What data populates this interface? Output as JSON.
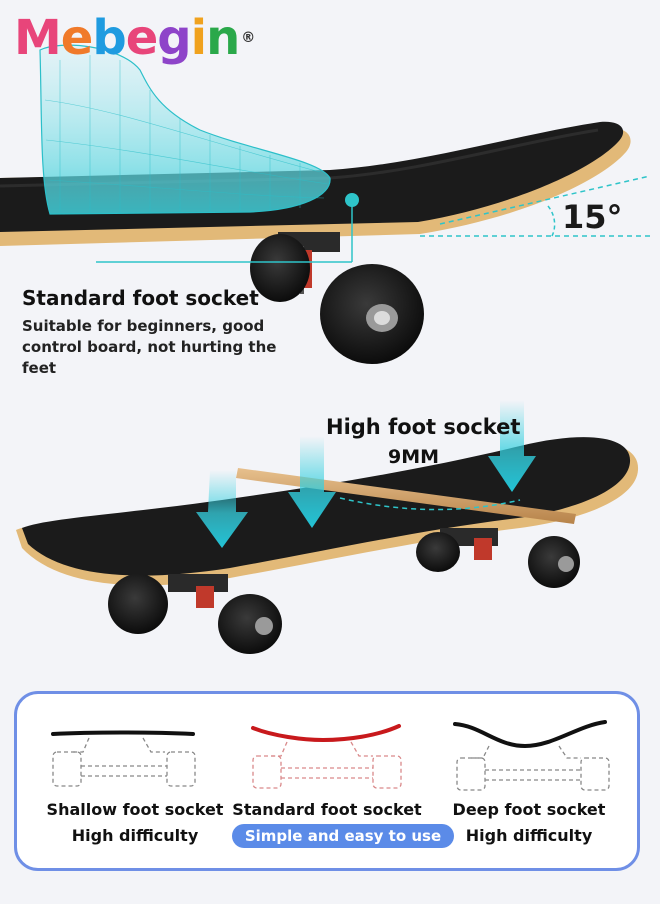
{
  "brand": {
    "letters": [
      "M",
      "e",
      "b",
      "e",
      "g",
      "i",
      "n"
    ],
    "letter_colors": [
      "#e8457a",
      "#f07a2a",
      "#1f9be0",
      "#e8457a",
      "#8e44c9",
      "#f0a21e",
      "#2aa84a"
    ],
    "registered_mark": "®"
  },
  "top_section": {
    "angle_label": "15°",
    "title": "Standard foot socket",
    "description": "Suitable for beginners, good control board, not hurting the feet"
  },
  "middle_section": {
    "title": "High foot socket",
    "subtitle": "9MM"
  },
  "comparison_panel": {
    "items": [
      {
        "name": "Shallow foot socket",
        "difficulty": "High difficulty",
        "deck_color": "#111111",
        "highlighted": false
      },
      {
        "name": "Standard foot socket",
        "difficulty": "Simple and easy to use",
        "deck_color": "#c8191c",
        "highlighted": true
      },
      {
        "name": "Deep foot socket",
        "difficulty": "High difficulty",
        "deck_color": "#111111",
        "highlighted": false
      }
    ],
    "border_color": "#6f8fe6",
    "highlight_color": "#5b8be8"
  },
  "colors": {
    "guide_line": "#2ec4c9",
    "arrow": "#36d0df",
    "deck_grip": "#1b1b1b",
    "deck_wood": "#e2b978"
  },
  "icons": {
    "foot": "foot-scan-icon",
    "down_arrow": "down-arrow-icon",
    "wheel": "wheel-icon",
    "reference_rod": "wooden-rod"
  }
}
